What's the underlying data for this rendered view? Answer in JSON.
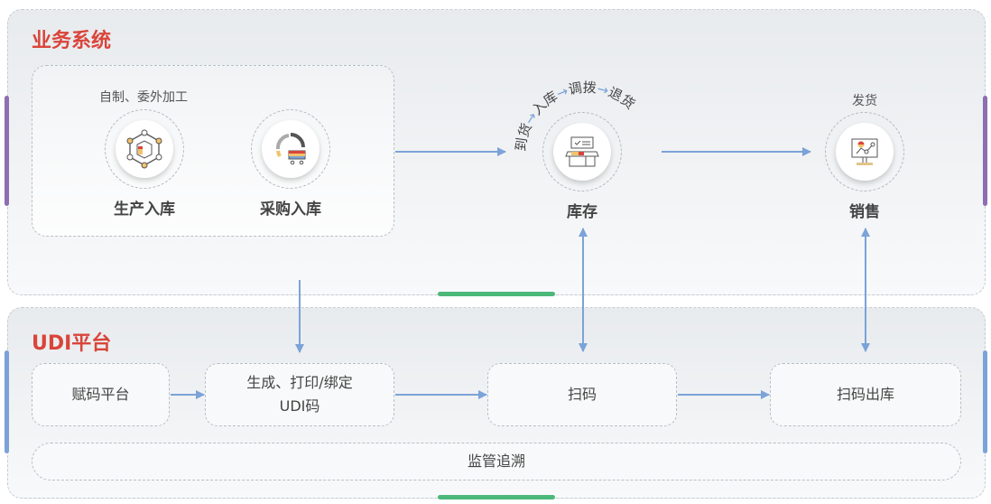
{
  "business": {
    "title": "业务系统",
    "production_note": "自制、委外加工",
    "production": "生产入库",
    "purchase": "采购入库",
    "inventory": "库存",
    "inventory_flow": [
      "到货",
      "入库",
      "调拨",
      "退货"
    ],
    "sales_note": "发货",
    "sales": "销售"
  },
  "udi": {
    "title": "UDI平台",
    "coding_platform": "赋码平台",
    "generate_line1": "生成、打印/绑定",
    "generate_line2": "UDI码",
    "scan": "扫码",
    "scan_out": "扫码出库",
    "traceability": "监管追溯"
  },
  "colors": {
    "title": "#d9453a",
    "arrow": "#7ba3d8",
    "accent_green": "#4cb87a",
    "purple": "#8d6eb0"
  }
}
